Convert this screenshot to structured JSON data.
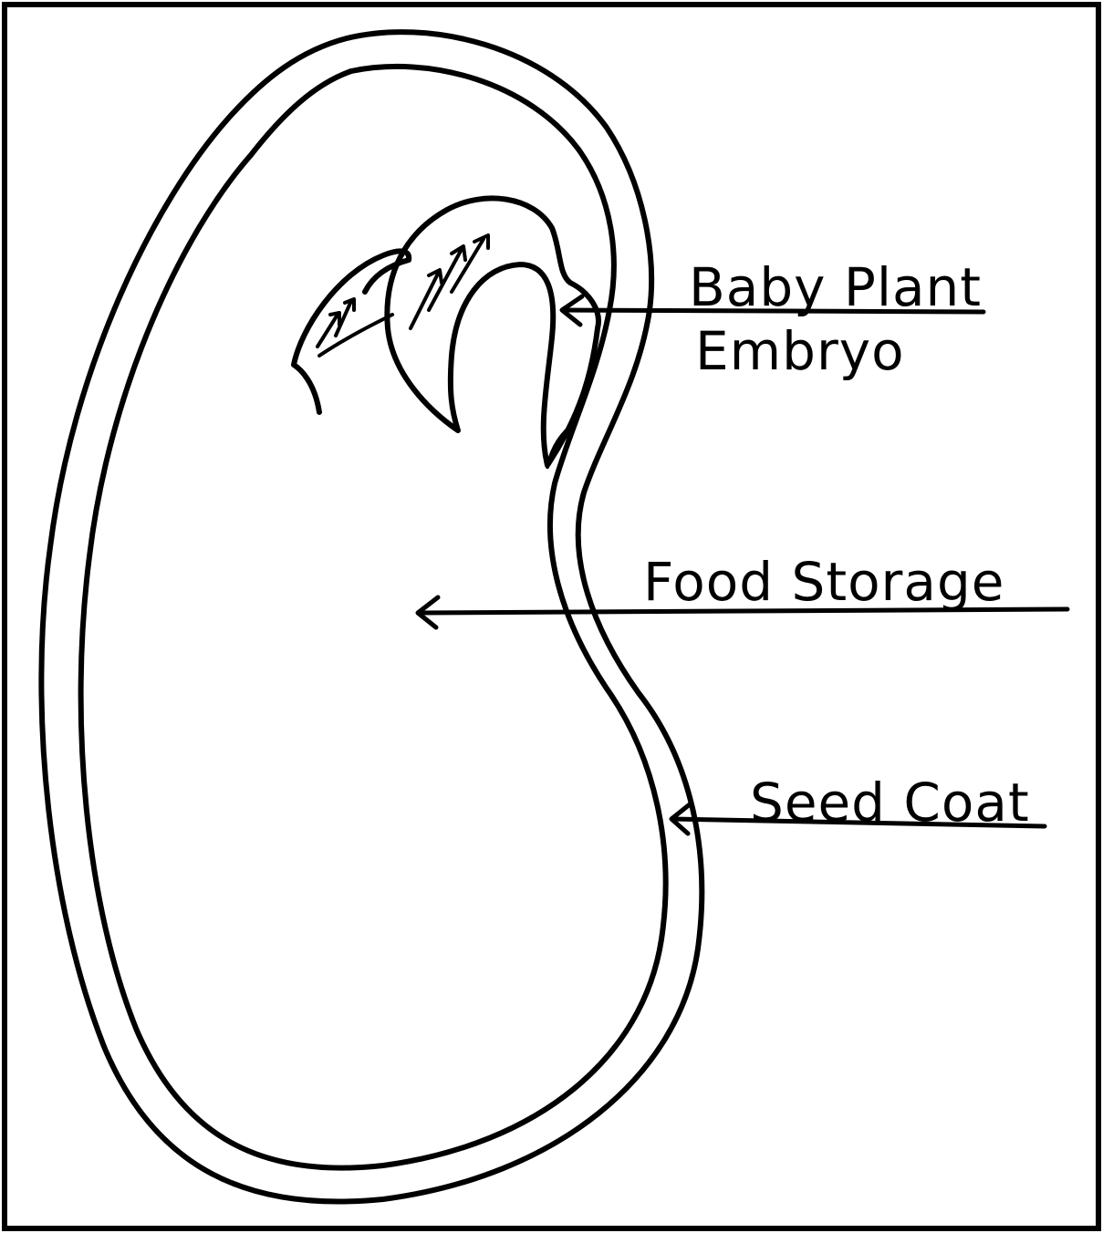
{
  "diagram": {
    "labels": {
      "baby_plant": "Baby Plant",
      "embryo": "Embryo",
      "food_storage": "Food Storage",
      "seed_coat": "Seed Coat"
    }
  }
}
